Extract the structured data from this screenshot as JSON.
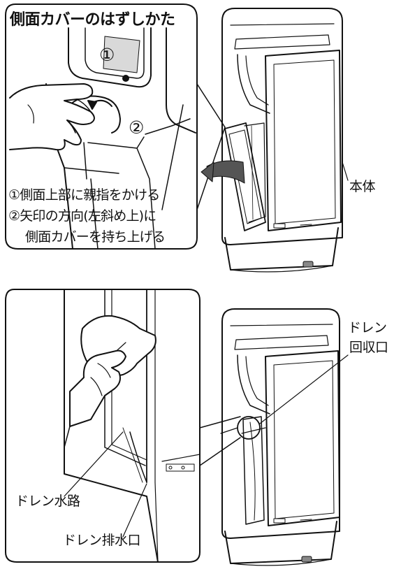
{
  "panel1": {
    "title": "側面カバーのはずしかた",
    "badge1": "①",
    "badge2": "②",
    "steps": [
      "①側面上部に親指をかける",
      "②矢印の方向(左斜め上)に",
      "側面カバーを持ち上げる"
    ],
    "main_unit_label": "本体"
  },
  "panel2": {
    "drain_recovery_label_line1": "ドレン",
    "drain_recovery_label_line2": "回収口",
    "drain_channel_label": "ドレン水路",
    "drain_outlet_label": "ドレン排水口"
  }
}
